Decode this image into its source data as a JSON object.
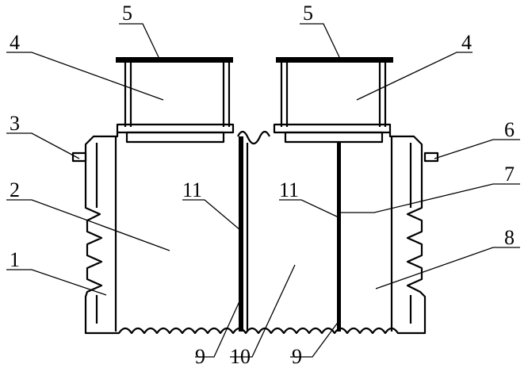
{
  "labels": {
    "l5a": "5",
    "l5b": "5",
    "l4a": "4",
    "l4b": "4",
    "l3": "3",
    "l6": "6",
    "l7": "7",
    "l2": "2",
    "l1": "1",
    "l8": "8",
    "l11a": "11",
    "l11b": "11",
    "l9a": "9",
    "l9b": "9",
    "l10": "10"
  }
}
